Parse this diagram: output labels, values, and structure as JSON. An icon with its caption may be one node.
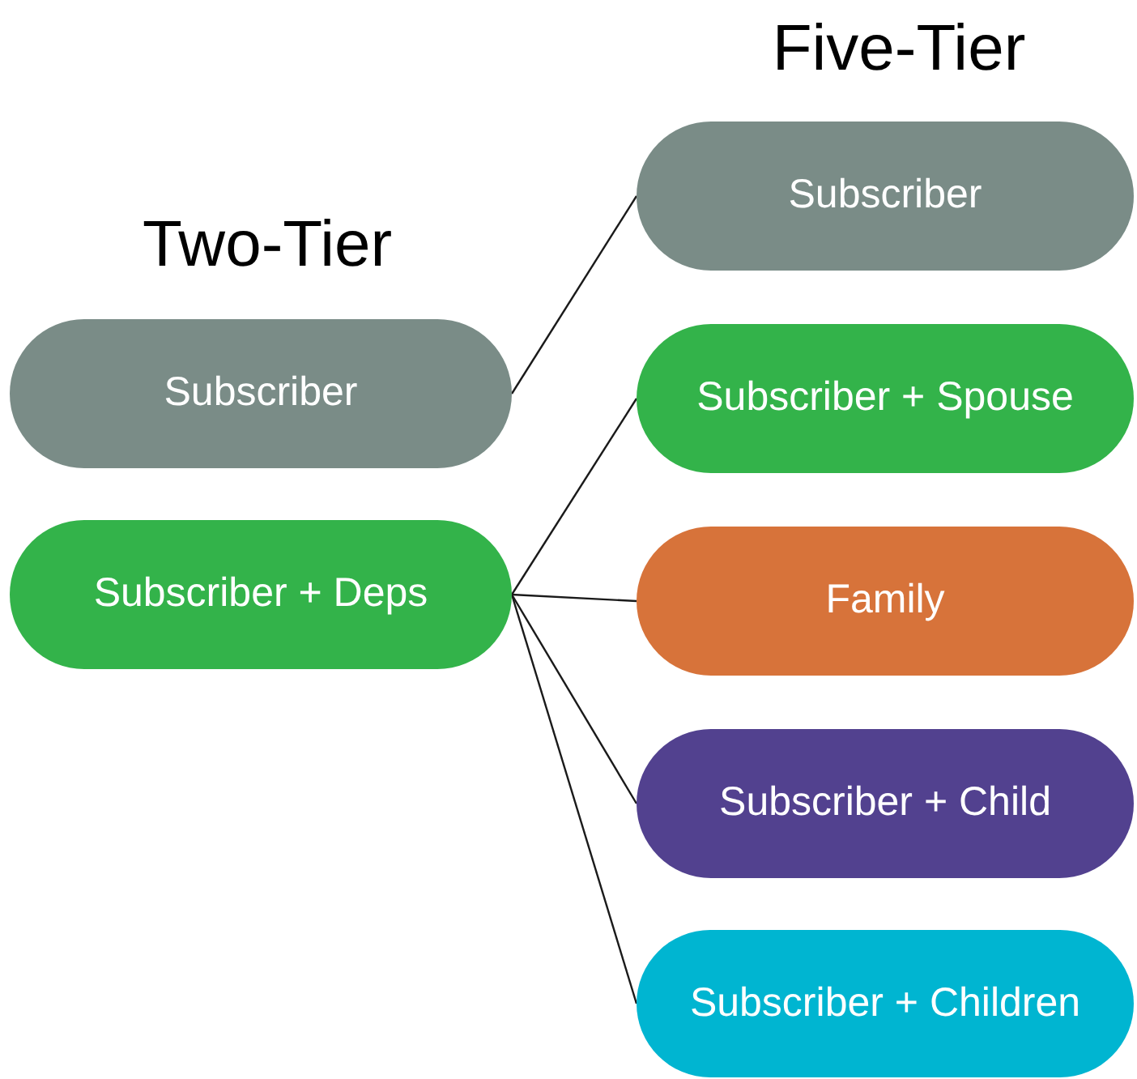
{
  "diagram": {
    "nodes": [
      {
        "text": [
          "Subscriber"
        ]
      },
      {
        "text": [
          "Subscriber + Deps"
        ]
      },
      {
        "text": [
          "Subscriber"
        ]
      },
      {
        "text": [
          "Subscriber + Spouse"
        ]
      },
      {
        "text": [
          "Family"
        ]
      },
      {
        "text": [
          "Subscriber + Child"
        ]
      },
      {
        "text": [
          "Subscriber + Children"
        ]
      }
    ],
    "edges": [
      {
        "from": 0,
        "to": 2,
        "arrow": "none"
      },
      {
        "from": 1,
        "to": 3,
        "arrow": "none"
      },
      {
        "from": 1,
        "to": 4,
        "arrow": "none"
      },
      {
        "from": 1,
        "to": 5,
        "arrow": "none"
      },
      {
        "from": 1,
        "to": 6,
        "arrow": "none"
      }
    ],
    "labels": [
      "Five-Tier",
      "Two-Tier"
    ]
  }
}
